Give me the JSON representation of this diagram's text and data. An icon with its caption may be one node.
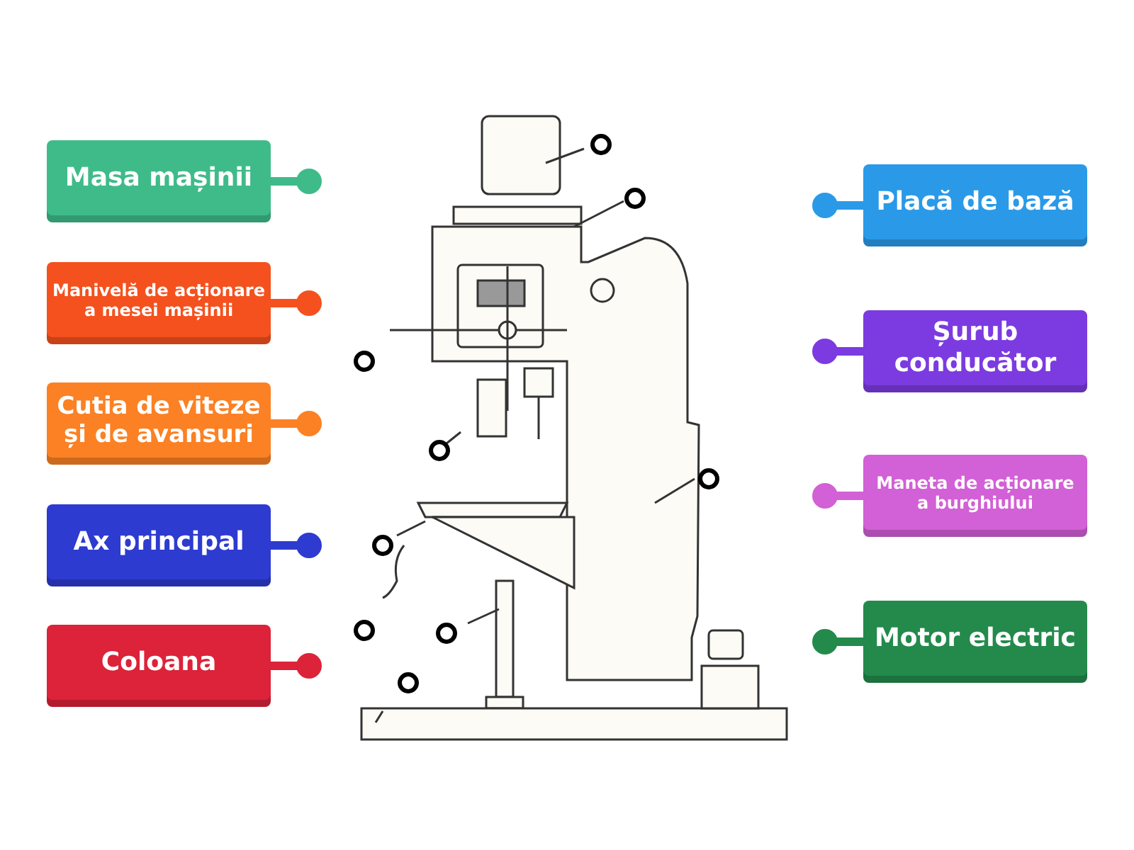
{
  "diagram": {
    "nodes": [
      {
        "text": [
          "Masa mașinii"
        ]
      },
      {
        "text": [
          "Manivelă de acționare a mesei mașinii"
        ]
      },
      {
        "text": [
          "Cutia de viteze și de avansuri"
        ]
      },
      {
        "text": [
          "Ax principal"
        ]
      },
      {
        "text": [
          "Coloana"
        ]
      },
      {
        "text": [
          "Placă de bază"
        ]
      },
      {
        "text": [
          "Șurub conducător"
        ]
      },
      {
        "text": [
          "Maneta de acționare a burghiului"
        ]
      },
      {
        "text": [
          "Motor electric"
        ]
      }
    ]
  }
}
